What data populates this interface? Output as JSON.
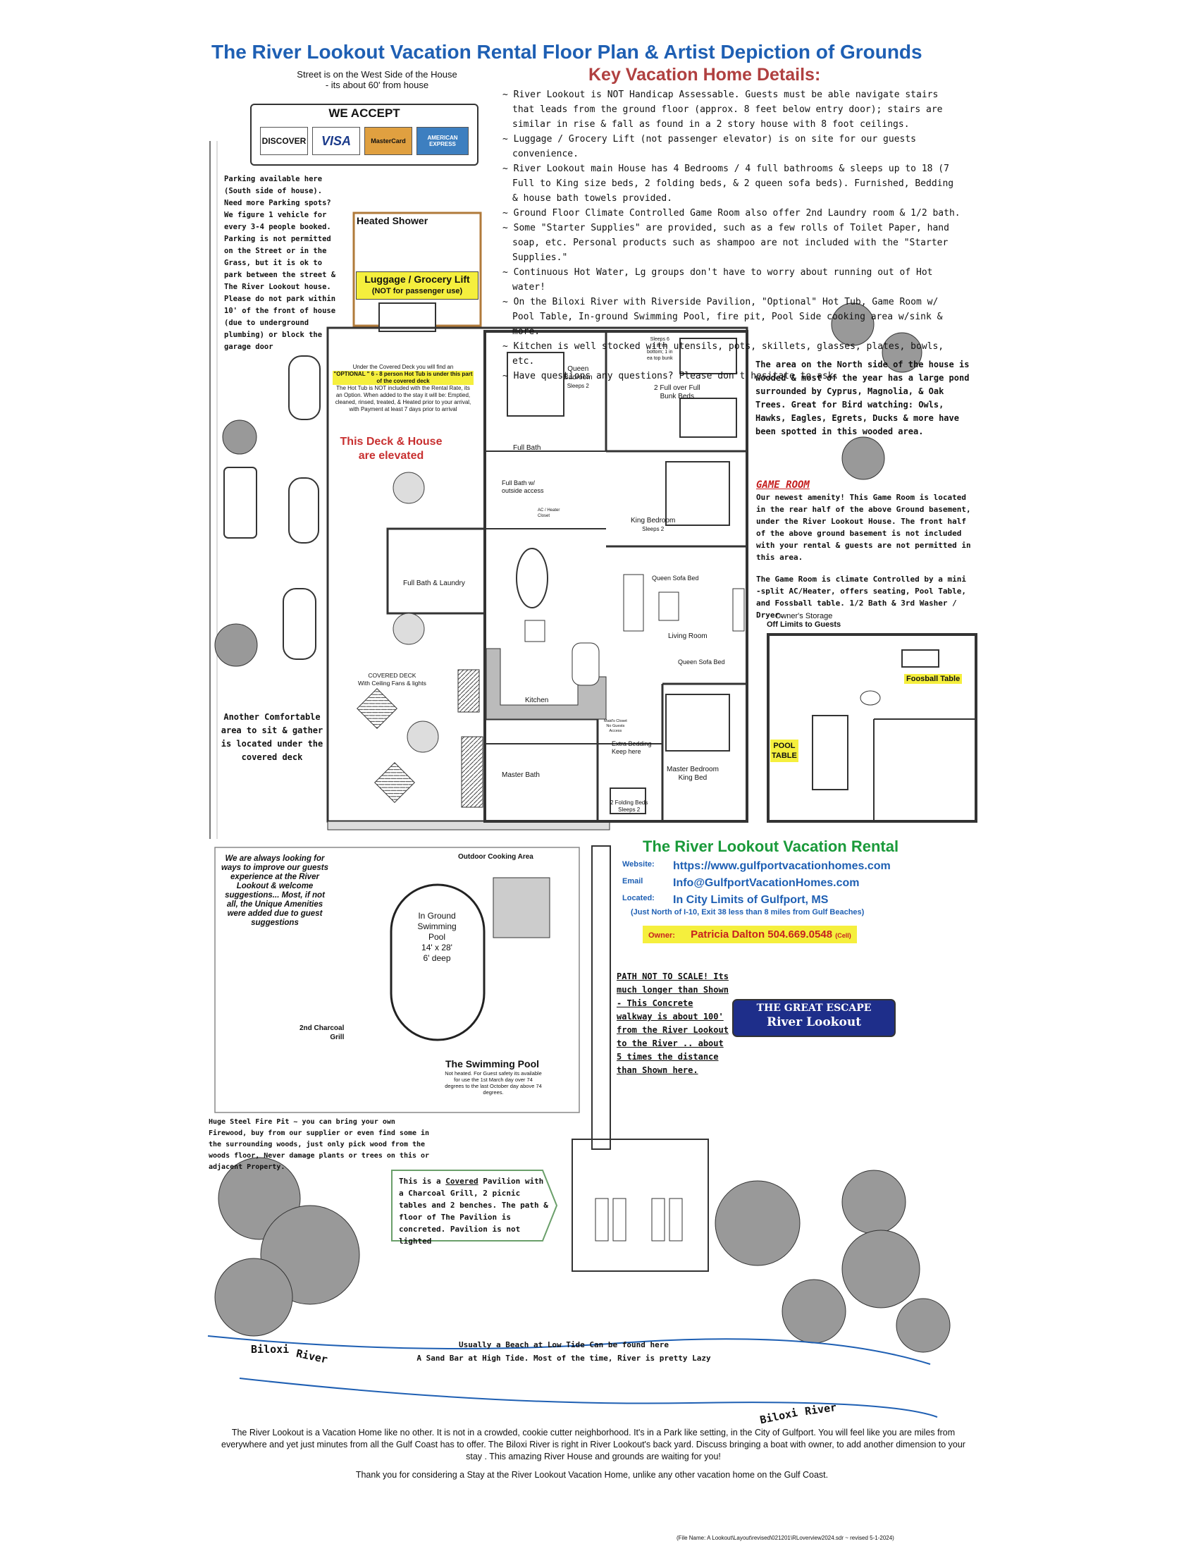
{
  "title": "The River Lookout Vacation Rental Floor Plan & Artist Depiction of Grounds",
  "street_note": [
    "Street is on the West Side of the House",
    "- its about 60' from house"
  ],
  "accept": {
    "heading": "WE ACCEPT",
    "cards": [
      "DISCOVER",
      "VISA",
      "MasterCard",
      "AMERICAN EXPRESS"
    ]
  },
  "key_details": {
    "heading": "Key Vacation Home Details:",
    "items": [
      "~ River Lookout is NOT Handicap Assessable. Guests must be able navigate stairs that leads from the ground floor (approx. 8 feet below entry door); stairs are similar in rise & fall as found in a 2 story house with 8 foot ceilings.",
      "~ Luggage / Grocery Lift (not passenger elevator) is on site for our guests convenience.",
      "~ River Lookout main House has 4 Bedrooms / 4 full bathrooms & sleeps up to 18 (7 Full to King size beds, 2 folding beds, & 2 queen sofa beds). Furnished, Bedding & house bath towels provided.",
      "~ Ground Floor Climate Controlled Game Room also offer 2nd Laundry room & 1/2 bath.",
      "~ Some \"Starter Supplies\" are provided, such as a few rolls of Toilet Paper, hand soap, etc. Personal products such as shampoo are not included with the \"Starter Supplies.\"",
      "~ Continuous Hot Water, Lg groups don't have to worry about running out of Hot water!",
      "~ On the Biloxi River with Riverside Pavilion, \"Optional\" Hot Tub, Game Room w/ Pool Table, In-ground Swimming Pool, fire pit, Pool Side cooking area w/sink & more.",
      "~ Kitchen is well stocked with utensils, pots, skillets, glasses, plates, bowls, etc.",
      "~ Have questions any questions? Please don't hesitate to ask."
    ]
  },
  "parking_note": "Parking available here (South side of house). Need more Parking spots? We figure 1 vehicle for every 3-4 people booked. Parking is not permitted on the Street or in the Grass, but it is ok to park between the street & The River Lookout house. Please do not park within 10' of the front of house (due to underground plumbing) or block the garage door",
  "heated_shower": "Heated Shower",
  "lift": {
    "label": "Luggage / Grocery Lift",
    "sub": "(NOT for passenger use)"
  },
  "hot_tub": {
    "intro": "Under the Covered Deck you will find an",
    "highlight": "\"OPTIONAL \" 6 - 8 person Hot Tub is under this part of the covered deck",
    "body": "The Hot Tub is NOT included with the Rental Rate, its an Option. When added to the stay it will be: Emptied, cleaned, rinsed, treated, & Heated prior to your arrival, with Payment at least 7 days prior to arrival"
  },
  "elevated": [
    "This Deck & House",
    "are elevated"
  ],
  "rooms": {
    "queen": [
      "Queen",
      "Badroom",
      "Sleeps 2"
    ],
    "sleeps6": [
      "Sleeps 6",
      "2 in ea",
      "bottom; 1 in",
      "ea top bunk"
    ],
    "bunk": [
      "2 Full over Full",
      "Bunk Beds"
    ],
    "full_bath": "Full Bath",
    "full_bath_outside": [
      "Full Bath w/",
      "outside access"
    ],
    "ac": [
      "AC / Heater",
      "Closet"
    ],
    "king": [
      "King Bedroom",
      "Sleeps 2"
    ],
    "laundry": "Full Bath & Laundry",
    "queen_sofa1": "Queen Sofa Bed",
    "living": "Living Room",
    "queen_sofa2": "Queen Sofa Bed",
    "kitchen": "Kitchen",
    "maids": [
      "Maid's Closet",
      "No Guests",
      "Access"
    ],
    "extra": [
      "Extra Bedding",
      "Keep here"
    ],
    "master_bath": "Master Bath",
    "master": [
      "Master Bedroom",
      "King Bed"
    ],
    "folding": [
      "2 Folding Beds",
      "Sleeps 2"
    ],
    "covered_deck": [
      "COVERED DECK",
      "With Ceiling Fans & lights"
    ]
  },
  "another_spot": "Another Comfortable area to sit & gather is located under the covered deck",
  "north_note": "The area on the North side of the house is wooded & most of the year has a large pond surrounded by Cyprus, Magnolia, & Oak Trees. Great for Bird watching: Owls, Hawks, Eagles, Egrets, Ducks & more have been spotted in this wooded area.",
  "game_room": {
    "heading": "GAME ROOM",
    "p1": "Our newest amenity! This Game Room is located in the rear half of the above Ground basement, under the River Lookout House. The front half of the above ground basement is not included with your rental & guests are not permitted in this area.",
    "p2": "The Game Room is climate Controlled by a mini -split AC/Heater, offers seating, Pool Table, and Fossball table. 1/2 Bath & 3rd Washer / Dryer."
  },
  "storage": [
    "Owner's Storage",
    "Off Limits to Guests"
  ],
  "foosball": "Foosball Table",
  "pool_table": [
    "POOL",
    "TABLE"
  ],
  "improve_note": "We are always looking for ways to improve our guests experience at the River Lookout & welcome suggestions... Most, if not all, the Unique Amenities were added due to guest suggestions",
  "outdoor_cooking": "Outdoor Cooking Area",
  "pool": [
    "In Ground",
    "Swimming",
    "Pool",
    "14' x 28'",
    "6' deep"
  ],
  "charcoal": [
    "2nd Charcoal",
    "Grill"
  ],
  "swimming_pool": {
    "heading": "The Swimming Pool",
    "sub": "Not heated. For Guest safety its available for use the 1st March day over 74 degrees to the last October day above 74 degrees."
  },
  "rental_name": "The River Lookout Vacation Rental",
  "contact": {
    "website_label": "Website:",
    "website": "https://www.gulfportvacationhomes.com",
    "email_label": "Email",
    "email": "Info@GulfportVacationHomes.com",
    "located_label": "Located:",
    "located": "In City Limits of Gulfport, MS",
    "located_sub": "(Just North of I-10, Exit 38 less than 8 miles from Gulf Beaches)",
    "owner_label": "Owner:",
    "owner": "Patricia Dalton 504.669.0548",
    "owner_sub": "(Cell)"
  },
  "path_note": "PATH NOT TO SCALE! Its much longer than Shown - This Concrete walkway is about 100' from the River Lookout to the River .. about 5 times the distance than Shown here.",
  "logo": [
    "THE GREAT ESCAPE",
    "River Lookout"
  ],
  "fire_pit": "Huge Steel Fire Pit ~ you can bring your own Firewood, buy from our supplier or even find some in the surrounding woods, just only pick wood from the woods floor, Never damage plants or trees on this or adjacent Property.",
  "pavilion": {
    "pre": "This is a ",
    "covered": "Covered",
    "post": " Pavilion with a Charcoal Grill, 2 picnic tables and 2 benches. The path & floor of The Pavilion is concreted. Pavilion is not lighted"
  },
  "beach_note": [
    "Usually a Beach at Low Tide Can be found here",
    "A Sand Bar at High Tide. Most of the time, River is pretty Lazy"
  ],
  "river": [
    "Biloxi",
    "River",
    "Biloxi",
    "River"
  ],
  "footer": "The River Lookout is a Vacation Home like no other. It is not in a crowded, cookie cutter neighborhood. It's in a Park like setting, in the City of Gulfport. You will feel like you are miles from everywhere and yet just minutes from all the Gulf Coast has to offer. The Biloxi River is right in River Lookout's back yard. Discuss bringing a boat with owner, to add another dimension to your stay . This amazing River House and grounds are waiting for you!",
  "thanks": "Thank you for considering a Stay at the River Lookout Vacation Home, unlike any other vacation home on the Gulf Coast.",
  "file_name": "(File Name: A Lookout\\Layout\\revised\\021201\\RLoverview2024.sdr ~ revised 5-1-2024)"
}
